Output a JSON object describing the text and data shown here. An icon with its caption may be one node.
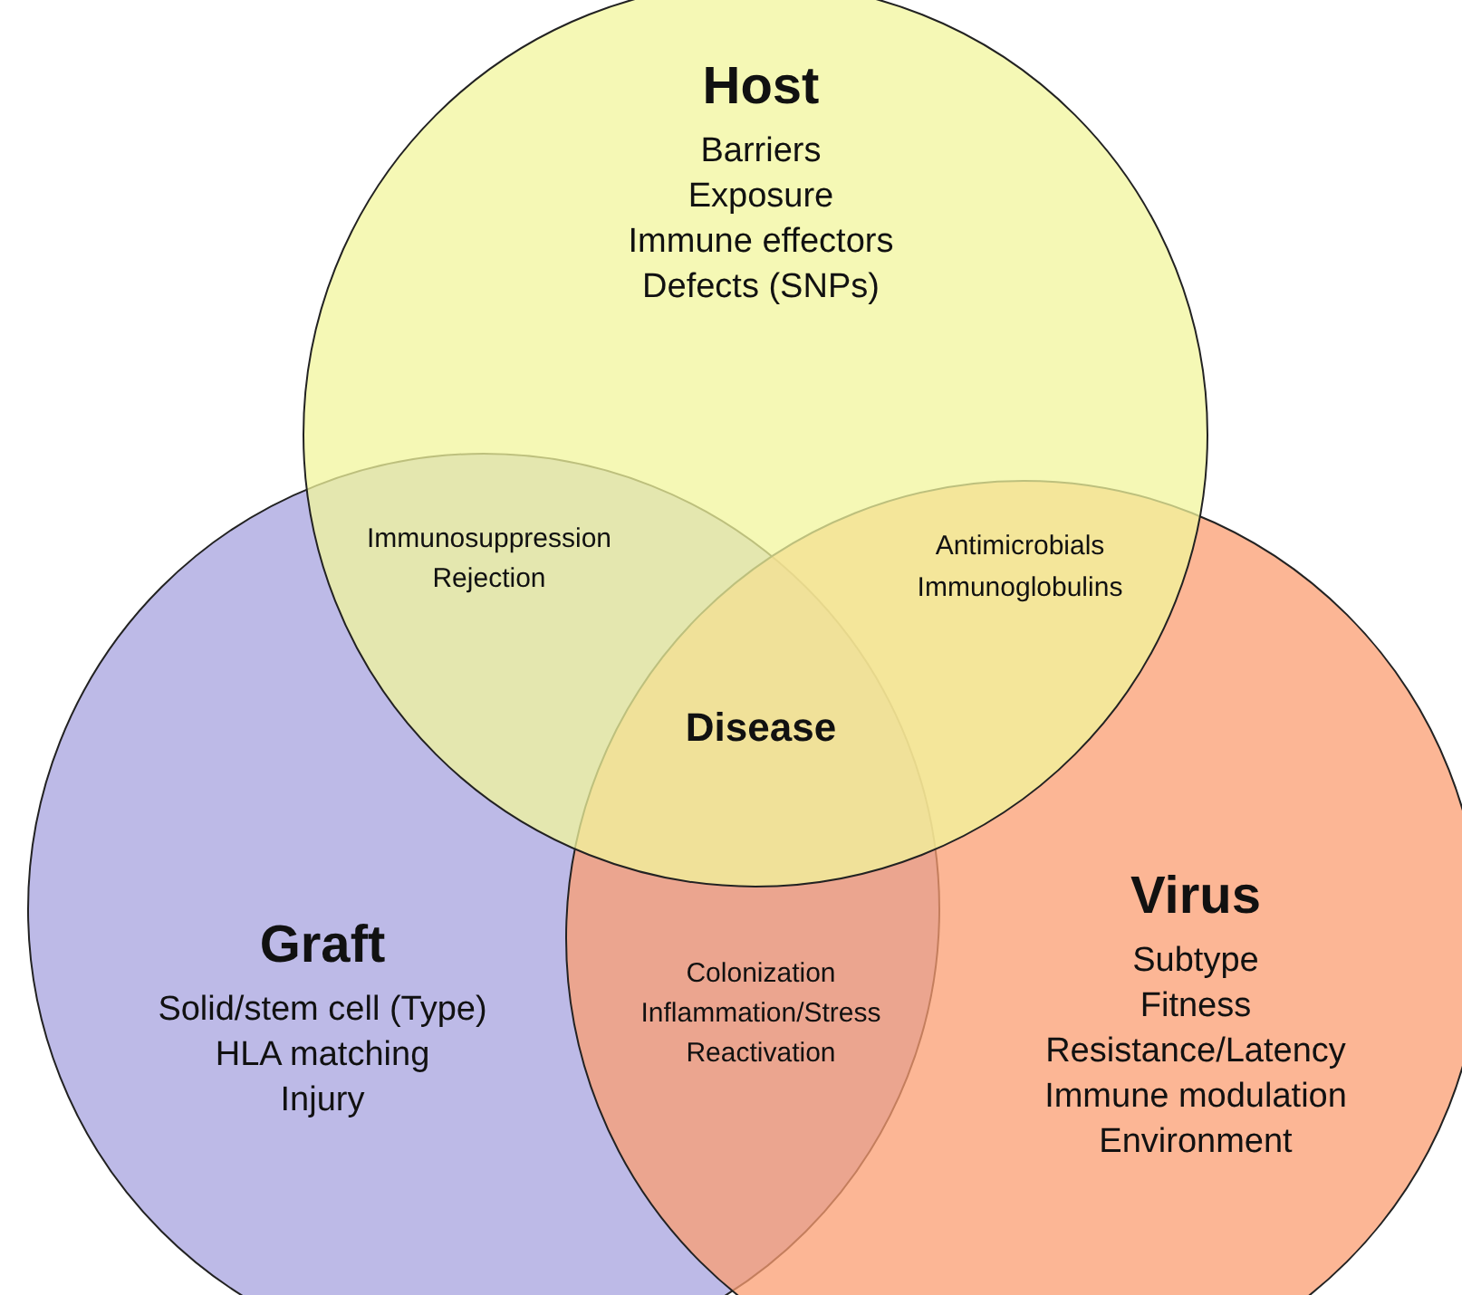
{
  "diagram": {
    "nodes": [
      {
        "text": [
          "Host",
          "Barriers",
          "Exposure",
          "Immune effectors",
          "Defects (SNPs)"
        ]
      },
      {
        "text": [
          "Graft",
          "Solid/stem cell (Type)",
          "HLA matching",
          "Injury"
        ]
      },
      {
        "text": [
          "Virus",
          "Subtype",
          "Fitness",
          "Resistance/Latency",
          "Immune modulation",
          "Environment"
        ]
      }
    ],
    "labels": [
      "Immunosuppression",
      "Rejection",
      "Antimicrobials",
      "Immunoglobulins",
      "Disease",
      "Colonization",
      "Inflammation/Stress",
      "Reactivation"
    ]
  }
}
